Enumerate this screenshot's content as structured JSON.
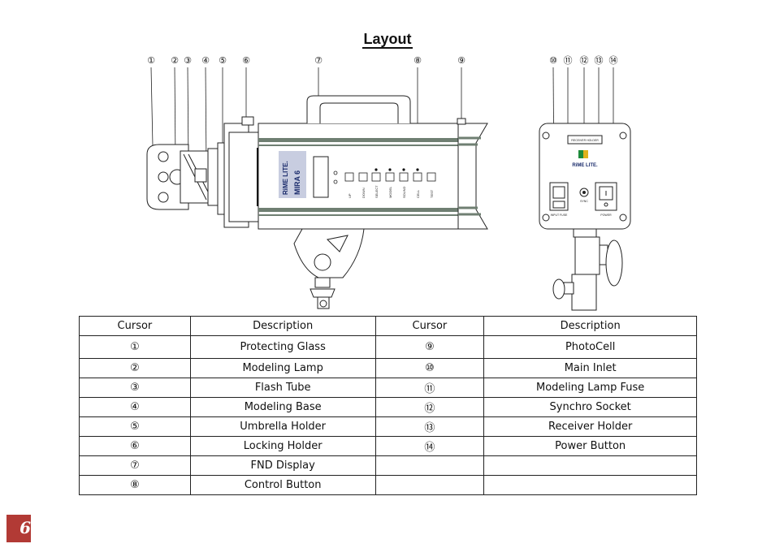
{
  "page_title": "Layout",
  "callouts_left": [
    "①",
    "②",
    "③",
    "④",
    "⑤",
    "⑥",
    "⑦",
    "⑧",
    "⑨"
  ],
  "callouts_right": [
    "⑩",
    "⑪",
    "⑫",
    "⑬",
    "⑭"
  ],
  "device": {
    "brand": "RiME LITE.",
    "model": "MIRA 6",
    "buttons": [
      "UP",
      "DOWN",
      "SELECT",
      "MODEL",
      "SOUND",
      "CELL",
      "TEST"
    ],
    "back_panel": {
      "receiver_label": "RECEIVER HOLDER",
      "inlet_label": "INPUT FUSE",
      "sync_label": "SYNC",
      "power_label": "POWER"
    }
  },
  "table": {
    "headers": [
      "Cursor",
      "Description",
      "Cursor",
      "Description"
    ],
    "rows": [
      [
        "①",
        "Protecting Glass",
        "⑨",
        "PhotoCell"
      ],
      [
        "②",
        "Modeling Lamp",
        "⑩",
        "Main Inlet"
      ],
      [
        "③",
        "Flash Tube",
        "⑪",
        "Modeling Lamp Fuse"
      ],
      [
        "④",
        "Modeling Base",
        "⑫",
        "Synchro Socket"
      ],
      [
        "⑤",
        "Umbrella Holder",
        "⑬",
        "Receiver Holder"
      ],
      [
        "⑥",
        "Locking Holder",
        "⑭",
        "Power Button"
      ],
      [
        "⑦",
        "FND Display",
        "",
        ""
      ],
      [
        "⑧",
        "Control Button",
        "",
        ""
      ]
    ]
  },
  "page_number": "6",
  "colors": {
    "accent": "#b23a35",
    "stripe": "#6f7f72",
    "panel": "#c8cde0"
  }
}
